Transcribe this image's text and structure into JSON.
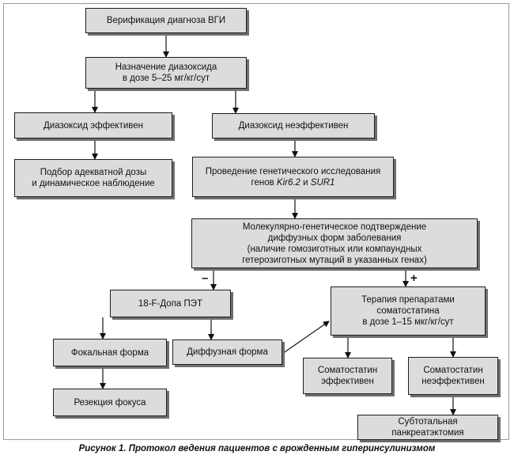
{
  "diagram": {
    "nodes": {
      "verification": {
        "lines": [
          "Верификация диагноза ВГИ"
        ]
      },
      "diazoxide": {
        "lines": [
          "Назначение диазоксида",
          "в дозе 5–25 мг/кг/сут"
        ]
      },
      "effective": {
        "lines": [
          "Диазоксид эффективен"
        ]
      },
      "ineffective": {
        "lines": [
          "Диазоксид неэффективен"
        ]
      },
      "dose": {
        "lines": [
          "Подбор адекватной дозы",
          "и динамическое наблюдение"
        ]
      },
      "genetic": {
        "line1": "Проведение генетического исследования",
        "line2_prefix": "генов ",
        "gene1": "Kir6.2",
        "line2_mid": " и ",
        "gene2": "SUR1"
      },
      "confirmation": {
        "lines": [
          "Молекулярно-генетическое подтверждение",
          "диффузных форм заболевания",
          "(наличие гомозиготных или компаундных",
          "гетерозиготных мутаций в указанных генах)"
        ]
      },
      "pet": {
        "lines": [
          "18-F-Допа ПЭТ"
        ]
      },
      "somatostatin": {
        "lines": [
          "Терапия препаратами",
          "соматостатина",
          "в дозе 1–15 мкг/кг/сут"
        ]
      },
      "focal": {
        "lines": [
          "Фокальная форма"
        ]
      },
      "diffuse": {
        "lines": [
          "Диффузная форма"
        ]
      },
      "soma_effective": {
        "lines": [
          "Соматостатин",
          "эффективен"
        ]
      },
      "soma_ineffective": {
        "lines": [
          "Соматостатин",
          "неэффективен"
        ]
      },
      "resection": {
        "lines": [
          "Резекция фокуса"
        ]
      },
      "pancreatectomy": {
        "lines": [
          "Субтотальная панкреатэктомия"
        ]
      }
    },
    "branch_labels": {
      "negative": "–",
      "positive": "+"
    }
  },
  "caption": "Рисунок 1. Протокол ведения пациентов с врожденным гиперинсулинизмом"
}
